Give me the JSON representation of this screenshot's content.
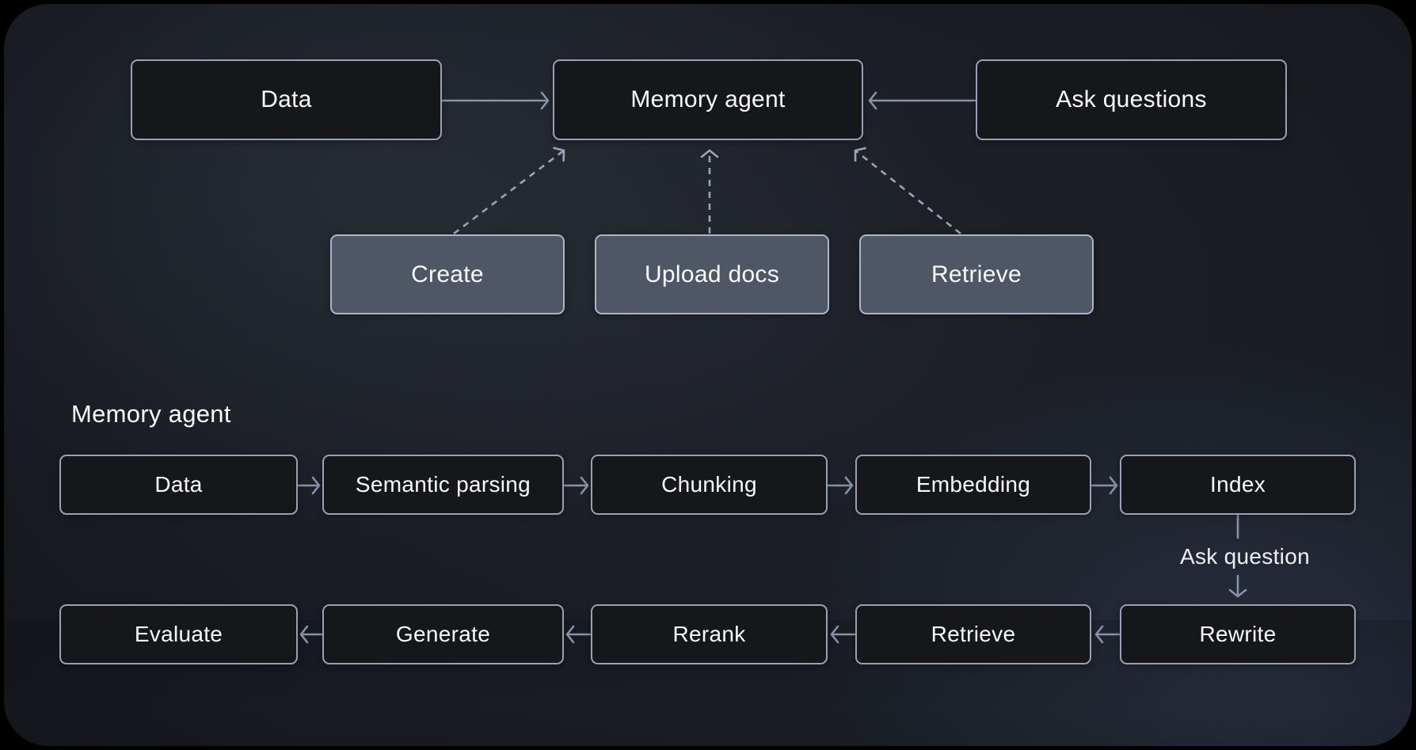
{
  "colors": {
    "page_background": "#000000",
    "panel_center": "#20232b",
    "panel_edge": "#111317",
    "node_dark_fill": "#15171b",
    "node_dark_border": "#99a1b4",
    "node_light_fill": "#4f5665",
    "node_light_border": "#aeb6c6",
    "connector_solid": "#8793a9",
    "connector_dashed": "#9aa4b7",
    "text": "#f8f9fb"
  },
  "overview": {
    "nodes": {
      "data": {
        "label": "Data",
        "variant": "dark"
      },
      "memory_agent": {
        "label": "Memory agent",
        "variant": "dark"
      },
      "ask_questions": {
        "label": "Ask questions",
        "variant": "dark"
      },
      "create": {
        "label": "Create",
        "variant": "light"
      },
      "upload_docs": {
        "label": "Upload docs",
        "variant": "light"
      },
      "retrieve": {
        "label": "Retrieve",
        "variant": "light"
      }
    },
    "edges": [
      {
        "from": "Data",
        "to": "Memory agent",
        "style": "solid"
      },
      {
        "from": "Ask questions",
        "to": "Memory agent",
        "style": "solid"
      },
      {
        "from": "Create",
        "to": "Memory agent",
        "style": "dashed"
      },
      {
        "from": "Upload docs",
        "to": "Memory agent",
        "style": "dashed"
      },
      {
        "from": "Retrieve",
        "to": "Memory agent",
        "style": "dashed"
      }
    ]
  },
  "pipeline": {
    "heading": "Memory agent",
    "ingest_nodes": [
      {
        "label": "Data"
      },
      {
        "label": "Semantic parsing"
      },
      {
        "label": "Chunking"
      },
      {
        "label": "Embedding"
      },
      {
        "label": "Index"
      }
    ],
    "query_nodes": [
      {
        "label": "Evaluate"
      },
      {
        "label": "Generate"
      },
      {
        "label": "Rerank"
      },
      {
        "label": "Retrieve"
      },
      {
        "label": "Rewrite"
      }
    ],
    "edges": [
      {
        "from": "Data",
        "to": "Semantic parsing",
        "style": "solid"
      },
      {
        "from": "Semantic parsing",
        "to": "Chunking",
        "style": "solid"
      },
      {
        "from": "Chunking",
        "to": "Embedding",
        "style": "solid"
      },
      {
        "from": "Embedding",
        "to": "Index",
        "style": "solid"
      },
      {
        "from": "Index",
        "to": "Rewrite",
        "style": "solid",
        "label": "Ask question"
      },
      {
        "from": "Rewrite",
        "to": "Retrieve",
        "style": "solid"
      },
      {
        "from": "Retrieve",
        "to": "Rerank",
        "style": "solid"
      },
      {
        "from": "Rerank",
        "to": "Generate",
        "style": "solid"
      },
      {
        "from": "Generate",
        "to": "Evaluate",
        "style": "solid"
      }
    ]
  }
}
